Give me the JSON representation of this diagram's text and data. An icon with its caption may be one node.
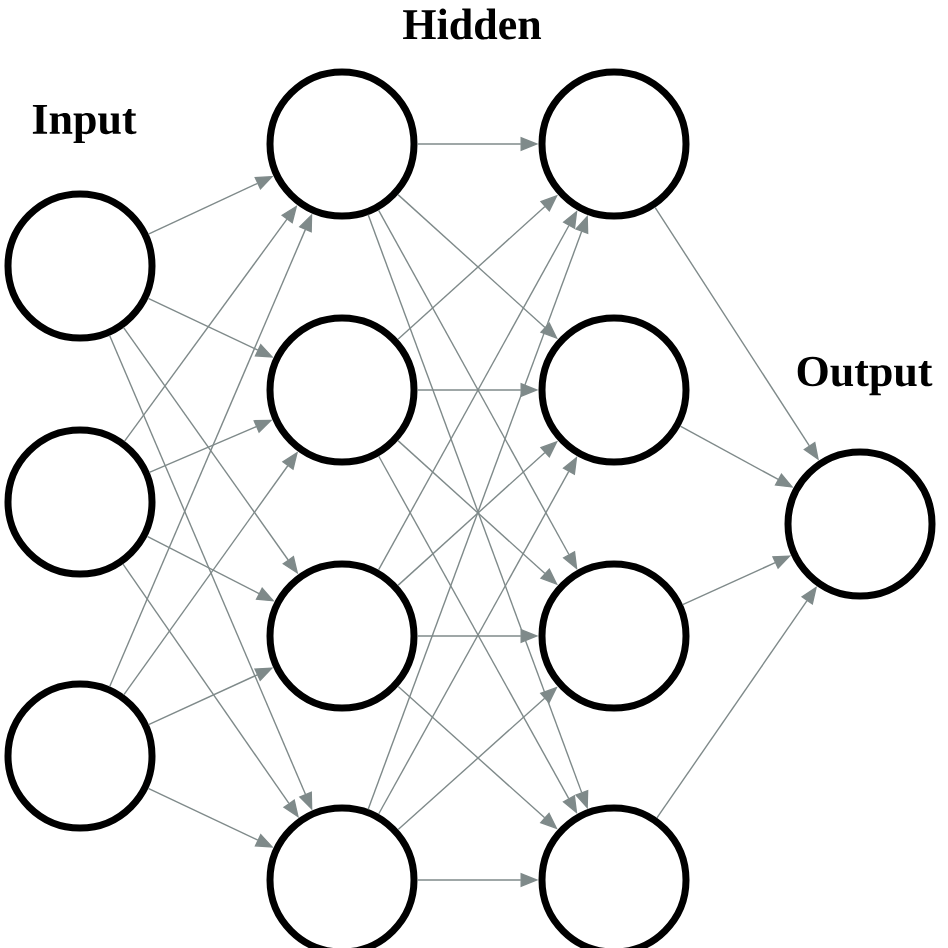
{
  "diagram": {
    "nodes": [
      {
        "text": [],
        "shape": "circle"
      },
      {
        "text": [],
        "shape": "circle"
      },
      {
        "text": [],
        "shape": "circle"
      },
      {
        "text": [],
        "shape": "circle"
      },
      {
        "text": [],
        "shape": "circle"
      },
      {
        "text": [],
        "shape": "circle"
      },
      {
        "text": [],
        "shape": "circle"
      },
      {
        "text": [],
        "shape": "circle"
      },
      {
        "text": [],
        "shape": "circle"
      },
      {
        "text": [],
        "shape": "circle"
      },
      {
        "text": [],
        "shape": "circle"
      },
      {
        "text": [],
        "shape": "circle"
      }
    ],
    "edges": [
      {
        "from": 0,
        "to": 3,
        "arrow": "to"
      },
      {
        "from": 0,
        "to": 4,
        "arrow": "to"
      },
      {
        "from": 0,
        "to": 5,
        "arrow": "to"
      },
      {
        "from": 0,
        "to": 6,
        "arrow": "to"
      },
      {
        "from": 1,
        "to": 3,
        "arrow": "to"
      },
      {
        "from": 1,
        "to": 4,
        "arrow": "to"
      },
      {
        "from": 1,
        "to": 5,
        "arrow": "to"
      },
      {
        "from": 1,
        "to": 6,
        "arrow": "to"
      },
      {
        "from": 2,
        "to": 3,
        "arrow": "to"
      },
      {
        "from": 2,
        "to": 4,
        "arrow": "to"
      },
      {
        "from": 2,
        "to": 5,
        "arrow": "to"
      },
      {
        "from": 2,
        "to": 6,
        "arrow": "to"
      },
      {
        "from": 3,
        "to": 7,
        "arrow": "to"
      },
      {
        "from": 3,
        "to": 8,
        "arrow": "to"
      },
      {
        "from": 3,
        "to": 9,
        "arrow": "to"
      },
      {
        "from": 3,
        "to": 10,
        "arrow": "to"
      },
      {
        "from": 4,
        "to": 7,
        "arrow": "to"
      },
      {
        "from": 4,
        "to": 8,
        "arrow": "to"
      },
      {
        "from": 4,
        "to": 9,
        "arrow": "to"
      },
      {
        "from": 4,
        "to": 10,
        "arrow": "to"
      },
      {
        "from": 5,
        "to": 7,
        "arrow": "to"
      },
      {
        "from": 5,
        "to": 8,
        "arrow": "to"
      },
      {
        "from": 5,
        "to": 9,
        "arrow": "to"
      },
      {
        "from": 5,
        "to": 10,
        "arrow": "to"
      },
      {
        "from": 6,
        "to": 7,
        "arrow": "to"
      },
      {
        "from": 6,
        "to": 8,
        "arrow": "to"
      },
      {
        "from": 6,
        "to": 9,
        "arrow": "to"
      },
      {
        "from": 6,
        "to": 10,
        "arrow": "to"
      },
      {
        "from": 7,
        "to": 11,
        "arrow": "to"
      },
      {
        "from": 8,
        "to": 11,
        "arrow": "to"
      },
      {
        "from": 9,
        "to": 11,
        "arrow": "to"
      },
      {
        "from": 10,
        "to": 11,
        "arrow": "to"
      }
    ],
    "labels": [
      "Hidden",
      "Input",
      "Output"
    ]
  }
}
